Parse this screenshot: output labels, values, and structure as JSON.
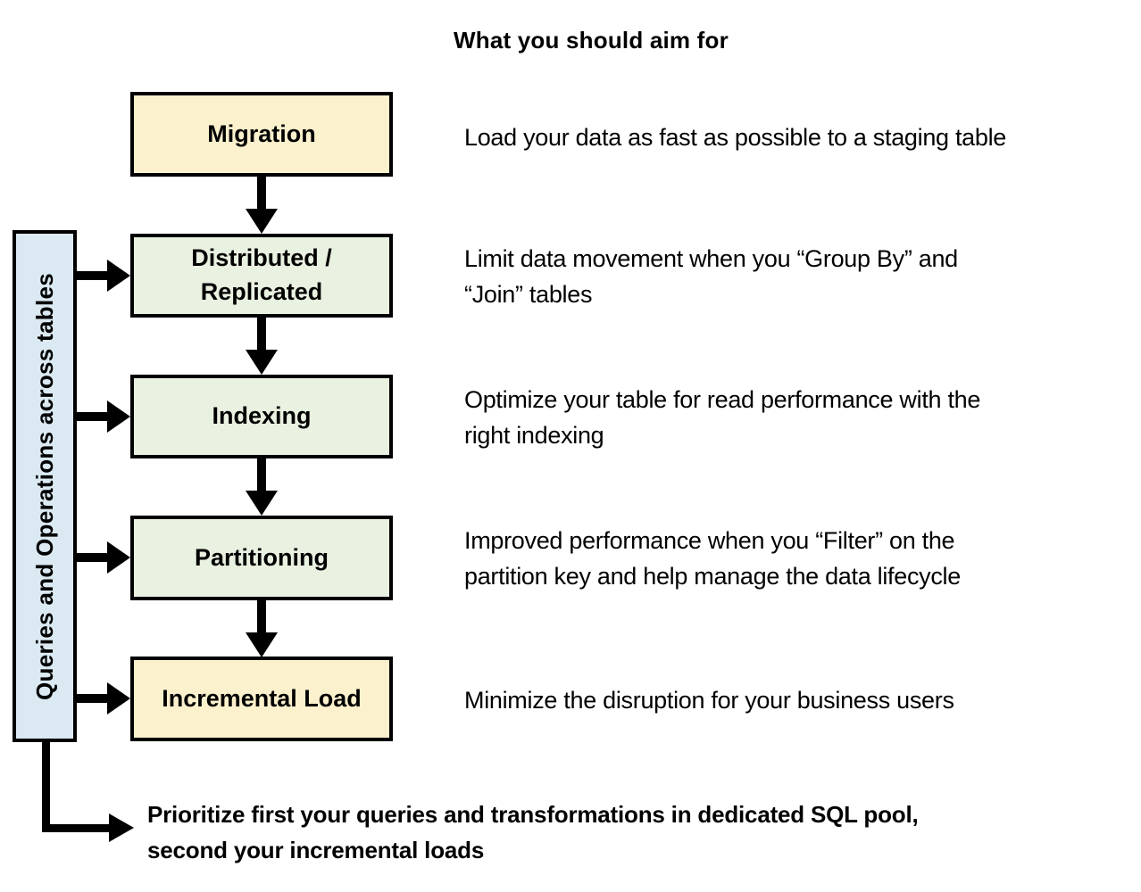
{
  "title": "What you should aim for",
  "sidebar": {
    "label": "Queries and Operations across tables"
  },
  "flow": {
    "steps": [
      {
        "label": "Migration",
        "description": "Load your data as fast as possible to a staging table",
        "fill": "#FCF1CD"
      },
      {
        "label": "Distributed /\nReplicated",
        "description": "Limit data movement when you “Group By” and\n“Join” tables",
        "fill": "#E9F1E1"
      },
      {
        "label": "Indexing",
        "description": "Optimize your table for read performance with the\nright indexing",
        "fill": "#E9F1E1"
      },
      {
        "label": "Partitioning",
        "description": "Improved performance when you “Filter” on the\npartition key and help manage the data lifecycle",
        "fill": "#E9F1E1"
      },
      {
        "label": "Incremental Load",
        "description": "Minimize the disruption for your business users",
        "fill": "#FCF1CD"
      }
    ]
  },
  "footer": {
    "note": "Prioritize first your queries and transformations in dedicated SQL pool,\nsecond your incremental loads"
  },
  "colors": {
    "box_yellow": "#FCF1CD",
    "box_green": "#E9F1E1",
    "sidebar_blue": "#DBEAF2",
    "stroke": "#000000",
    "background": "#FFFFFF"
  }
}
